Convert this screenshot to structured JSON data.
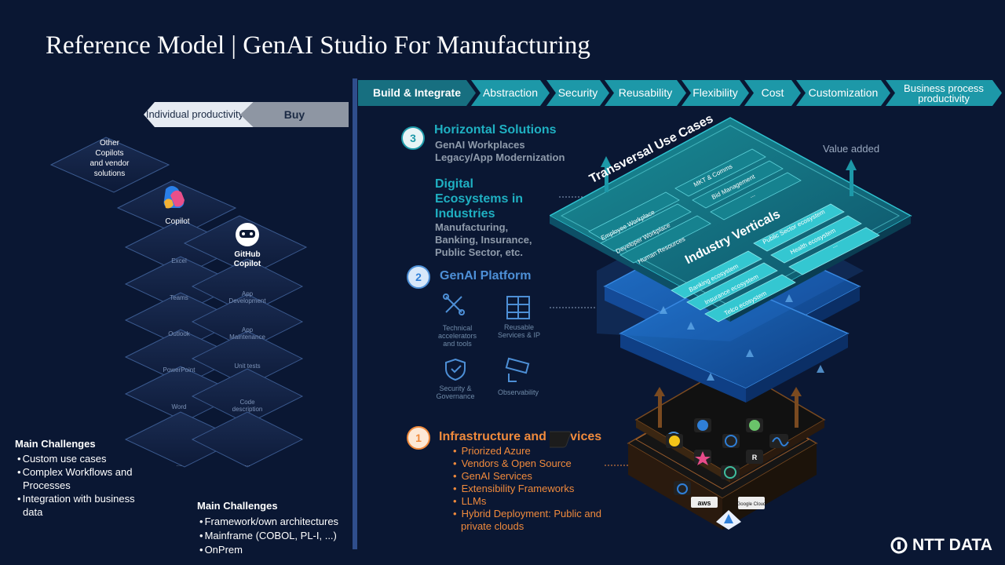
{
  "title": "Reference Model | GenAI Studio For Manufacturing",
  "left_chevrons": {
    "individual": "Individual productivity",
    "buy": "Buy"
  },
  "top_chevrons": [
    "Build & Integrate",
    "Abstraction",
    "Security",
    "Reusability",
    "Flexibility",
    "Cost",
    "Customization",
    "Business process productivity"
  ],
  "left_stack": {
    "other": "Other Copilots and vendor solutions",
    "copilot": "Copilot",
    "github": "GitHub Copilot",
    "apps_left": [
      "Excel",
      "Teams",
      "Outlook",
      "PowerPoint",
      "Word",
      "..."
    ],
    "apps_right": [
      "App Development",
      "App Maintenance",
      "Unit tests",
      "Code description",
      "..."
    ]
  },
  "challenges_left": {
    "heading": "Main Challenges",
    "items": [
      "Custom use cases",
      "Complex Workflows and Processes",
      "Integration with business data"
    ]
  },
  "challenges_mid": {
    "heading": "Main Challenges",
    "items": [
      "Framework/own architectures",
      "Mainframe (COBOL, PL-I, ...)",
      "OnPrem"
    ]
  },
  "horizontal": {
    "num": "3",
    "heading": "Horizontal Solutions",
    "lines": [
      "GenAI Workplaces",
      "Legacy/App Modernization"
    ]
  },
  "digital": {
    "heading": [
      "Digital",
      "Ecosystems in",
      "Industries"
    ],
    "lines": [
      "Manufacturing,",
      "Banking, Insurance,",
      "Public Sector, etc."
    ]
  },
  "platform": {
    "num": "2",
    "heading": "GenAI Platform",
    "icons": [
      "Technical accelerators and tools",
      "Reusable Services & IP",
      "Security & Governance",
      "Observability"
    ]
  },
  "infra": {
    "num": "1",
    "heading": "Infrastructure and Services",
    "items": [
      "Priorized Azure",
      "Vendors & Open Source",
      "GenAI Services",
      "Extensibility Frameworks",
      "LLMs",
      "Hybrid Deployment: Public and private clouds"
    ]
  },
  "iso_top": {
    "transversal": "Transversal Use Cases",
    "transversal_items": [
      "Employee Workplace",
      "Developer Workplace",
      "Human Resources"
    ],
    "transversal_side": [
      "MKT & Comms",
      "Bid Management",
      "..."
    ],
    "verticals": "Industry Verticals",
    "verticals_items": [
      "Banking ecosystem",
      "Insurance ecosystem",
      "Telco ecosystem"
    ],
    "verticals_side": [
      "Public Sector ecosystem",
      "Health ecosystem",
      "..."
    ]
  },
  "infra_logos": [
    "aws",
    "Google Cloud"
  ],
  "value_added": "Value added",
  "logo": "NTT DATA",
  "colors": {
    "background": "#0a1733",
    "teal": "#1d98a8",
    "orange": "#f08a3c",
    "blue": "#4d8fd6"
  }
}
